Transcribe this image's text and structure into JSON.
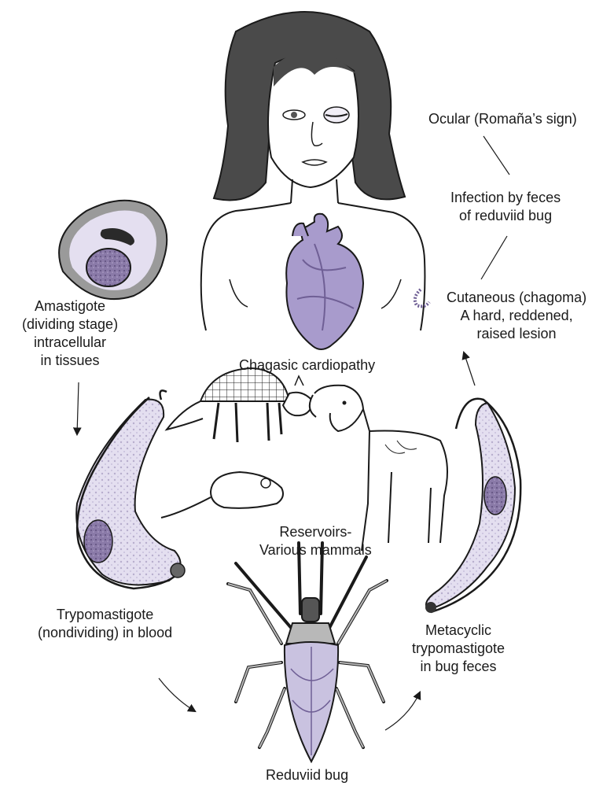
{
  "labels": {
    "ocular": [
      "Ocular (Romaña’s sign)"
    ],
    "infection": [
      "Infection by feces",
      "of reduviid bug"
    ],
    "cutaneous": [
      "Cutaneous (chagoma)",
      "A hard, reddened,",
      "raised lesion"
    ],
    "amastigote": [
      "Amastigote",
      "(dividing stage)",
      "intracellular",
      "in tissues"
    ],
    "cardiopathy": [
      "Chagasic cardiopathy"
    ],
    "reservoirs": [
      "Reservoirs-",
      "Various mammals"
    ],
    "trypomastigote": [
      "Trypomastigote",
      "(nondividing) in blood"
    ],
    "metacyclic": [
      "Metacyclic",
      "trypomastigote",
      "in bug feces"
    ],
    "bug": [
      "Reduviid bug"
    ]
  },
  "colors": {
    "outline": "#1a1a1a",
    "hair": "#4a4a4a",
    "skin": "#ffffff",
    "cell_fill": "#e4dff0",
    "cell_border": "#9a9a9a",
    "nucleus": "#8a7aa8",
    "heart": "#a89bcc",
    "heart_dark": "#6f5f95",
    "bug_body": "#c9c2e0",
    "bug_legs": "#b8b8b8"
  }
}
